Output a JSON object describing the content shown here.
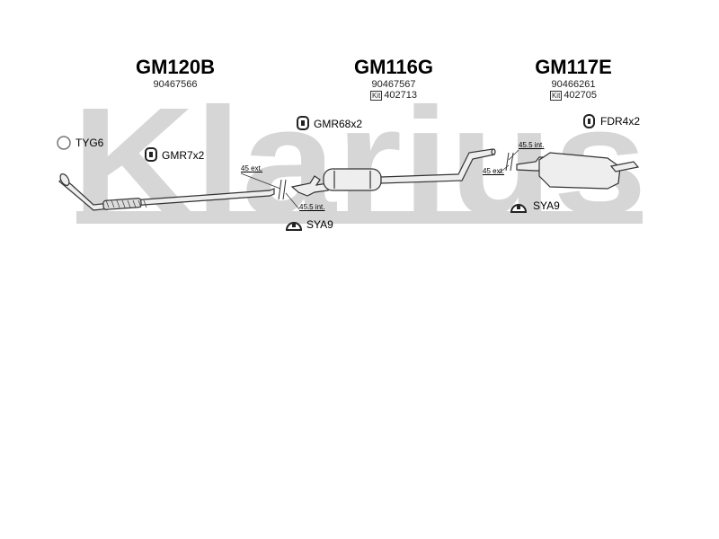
{
  "watermark": "Klarius",
  "parts": [
    {
      "code": "GM120B",
      "oem": "90467566"
    },
    {
      "code": "GM116G",
      "oem": "90467567",
      "kit_label": "Kit",
      "kit": "402713"
    },
    {
      "code": "GM117E",
      "oem": "90466261",
      "kit_label": "Kit",
      "kit": "402705"
    }
  ],
  "fittings": {
    "tyg6": "TYG6",
    "gmr7": "GMR7x2",
    "gmr68": "GMR68x2",
    "fdr4": "FDR4x2",
    "sya9_a": "SYA9",
    "sya9_b": "SYA9"
  },
  "dimensions": {
    "d1": "45 ext.",
    "d2": "45.5 int.",
    "d3": "45.5 int.",
    "d4": "45 ext."
  },
  "colors": {
    "watermark": "#d6d6d6",
    "pipe_fill": "#eeeeee",
    "pipe_stroke": "#333333"
  }
}
